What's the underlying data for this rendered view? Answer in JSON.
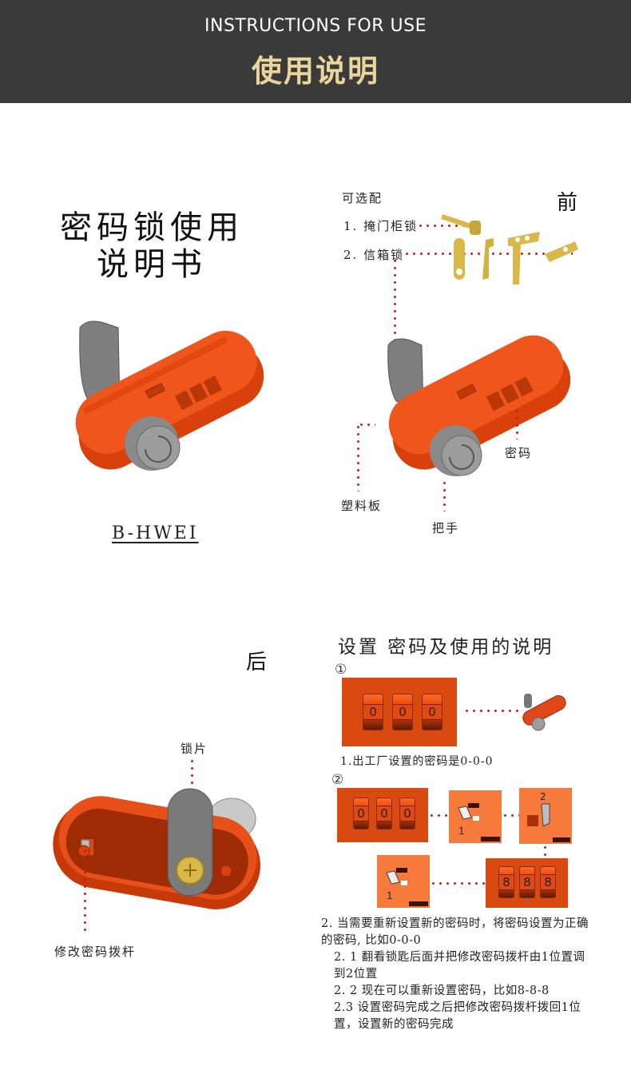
{
  "header": {
    "title_en": "INSTRUCTIONS FOR USE",
    "title_cn": "使用说明",
    "background": "#3a3a3a",
    "accent": "#e9d69d"
  },
  "front_section": {
    "manual_title_line1": "密码锁使用",
    "manual_title_line2": "说明书",
    "model": "B-HWEI",
    "view_label": "前",
    "optional_label": "可选配",
    "options": [
      {
        "label": "1. 掩门柜锁"
      },
      {
        "label": "2. 信箱锁"
      }
    ],
    "part_labels": {
      "plastic_plate": "塑料板",
      "handle": "把手",
      "code": "密码"
    }
  },
  "back_section": {
    "view_label": "后",
    "part_labels": {
      "lock_blade": "锁片",
      "reset_lever": "修改密码拨杆"
    }
  },
  "setup_section": {
    "title": "设置 密码及使用的说明",
    "step1": {
      "marker": "①",
      "dials": [
        "0",
        "0",
        "0"
      ],
      "caption": "1.出工厂设置的密码是0-0-0"
    },
    "step2": {
      "marker": "②",
      "dials_initial": [
        "0",
        "0",
        "0"
      ],
      "lever_pos_a": "1",
      "lever_pos_b": "2",
      "dials_new": [
        "8",
        "8",
        "8"
      ],
      "lever_pos_c": "1"
    },
    "instructions": [
      {
        "text": "2. 当需要重新设置新的密码时，将密码设置为正确的密码, 比如0-0-0",
        "indent": false
      },
      {
        "text": "2. 1  翻看锁匙后面并把修改密码拨杆由1位置调到2位置",
        "indent": true
      },
      {
        "text": "2. 2 现在可以重新设置密码，比如8-8-8",
        "indent": true
      },
      {
        "text": "2.3 设置密码完成之后把修改密码拨杆拨回1位置，设置新的密码完成",
        "indent": true
      }
    ]
  },
  "colors": {
    "lock_orange": "#e8501a",
    "panel_dark": "#d84a10",
    "panel_light": "#f57a3c",
    "dot_red": "#c8181e",
    "brass": "#d9b84a"
  }
}
